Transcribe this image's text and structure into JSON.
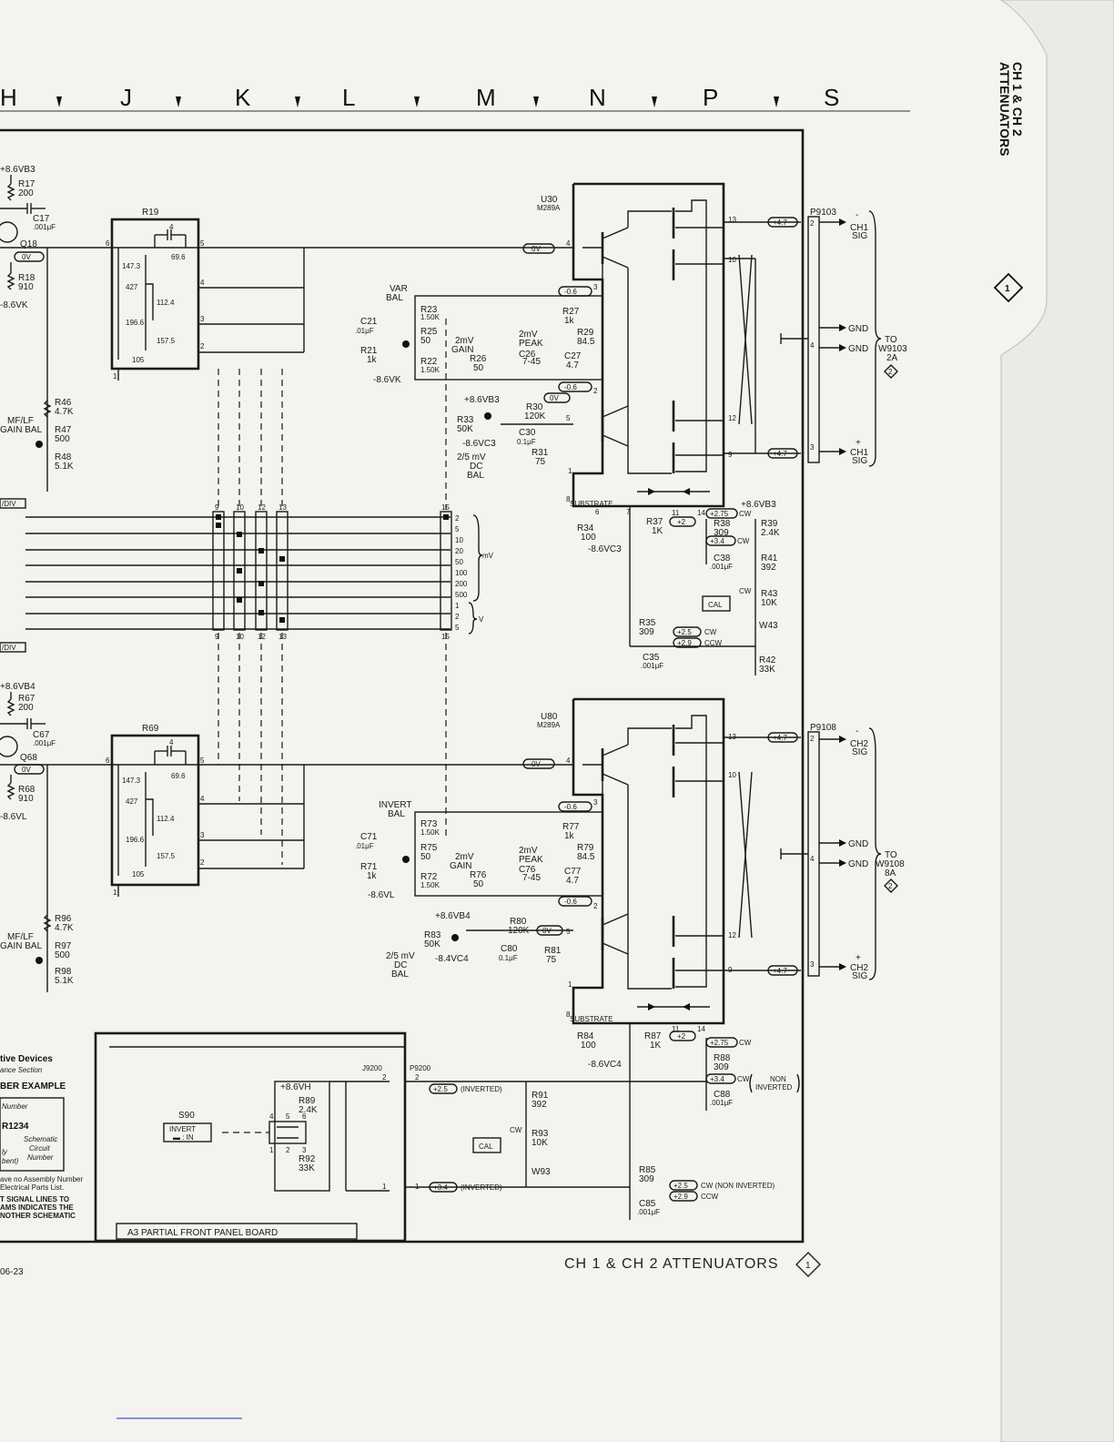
{
  "header": {
    "columns": [
      "H",
      "J",
      "K",
      "L",
      "M",
      "N",
      "P",
      "S"
    ],
    "tab_title_line1": "CH 1 & CH 2",
    "tab_title_line2": "ATTENUATORS",
    "tab_marker": "1"
  },
  "ch1": {
    "supply_top": "+8.6VB3",
    "r17": "R17",
    "r17v": "200",
    "c17": "C17",
    "c17v": ".001μF",
    "q18": "Q18",
    "r18": "R18",
    "r18v": "910",
    "supply_k": "-8.6VK",
    "ov": "0V",
    "r19": "R19",
    "att": [
      "4",
      "69.6",
      "147.3",
      "427",
      "112.4",
      "196.6",
      "157.5",
      "105"
    ],
    "atttaps": [
      "5",
      "4",
      "3",
      "2",
      "6",
      "1"
    ],
    "r46": "R46",
    "r46v": "4.7K",
    "mflf": "MF/LF",
    "gainbal": "GAIN BAL",
    "r47": "R47",
    "r47v": "500",
    "r48": "R48",
    "r48v": "5.1K",
    "varbal1": "VAR",
    "varbal2": "BAL",
    "c21": "C21",
    "c21v": ".01μF",
    "r21": "R21",
    "r21v": "1k",
    "supply_k2": "-8.6VK",
    "r23": "R23",
    "r23v": "1.50K",
    "r25": "R25",
    "r25v": "50",
    "r22": "R22",
    "r22v": "1.50K",
    "gain1": "2mV",
    "gain2": "GAIN",
    "r26": "R26",
    "r26v": "50",
    "peak1": "2mV",
    "peak2": "PEAK",
    "c26": "C26",
    "c26v": "7-45",
    "r27": "R27",
    "r27v": "1k",
    "r29": "R29",
    "r29v": "84.5",
    "c27": "C27",
    "c27v": "4.7",
    "v06a": "-0.6",
    "v06b": "-0.6",
    "supply_b3": "+8.6VB3",
    "r33": "R33",
    "r33v": "50K",
    "r30": "R30",
    "r30v": "120K",
    "supply_c3": "-8.6VC3",
    "c30": "C30",
    "c30v": "0.1μF",
    "r31": "R31",
    "r31v": "75",
    "dcbal1": "2/5 mV",
    "dcbal2": "DC",
    "dcbal3": "BAL",
    "u30": "U30",
    "u30p": "M289A",
    "substrate": "SUBSTRATE",
    "pins": [
      "4",
      "3",
      "2",
      "5",
      "13",
      "10",
      "12",
      "9",
      "1",
      "8",
      "6",
      "7",
      "11",
      "14"
    ],
    "sig_v": "+4.7",
    "p9103": "P9103",
    "ch1sig": "CH1",
    "sig": "SIG",
    "gnd": "GND",
    "neg": "-",
    "pos": "+",
    "to": "TO",
    "w9103": "W9103",
    "w9103b": "2A",
    "ref": "2",
    "r34": "R34",
    "r34v": "100",
    "supply_c3b": "-8.6VC3",
    "r37": "R37",
    "r37v": "1K",
    "v2": "+2",
    "r38": "R38",
    "r38v": "309",
    "v275": "+2.75",
    "cw": "CW",
    "v34": "+3.4",
    "supply_b3c": "+8.6VB3",
    "r39": "R39",
    "r39v": "2.4K",
    "c38": "C38",
    "c38v": ".001μF",
    "r41": "R41",
    "r41v": "392",
    "cal": "CAL",
    "r43": "R43",
    "r43v": "10K",
    "w43": "W43",
    "r35": "R35",
    "r35v": "309",
    "v25": "+2.5",
    "v29": "+2.9",
    "ccw": "CCW",
    "c35": "C35",
    "c35v": ".001μF",
    "r42": "R42",
    "r42v": "33K"
  },
  "switch": {
    "div_top": "/DIV",
    "div_bottom": "/DIV",
    "cols_top": [
      "9",
      "10",
      "12",
      "13"
    ],
    "col15": "15",
    "cols_bottom": [
      "9",
      "10",
      "12",
      "13"
    ],
    "ranges": [
      "2",
      "5",
      "10",
      "20",
      "50",
      "100",
      "200",
      "500",
      "1",
      "2",
      "5"
    ],
    "mv": "mV",
    "v": "V"
  },
  "ch2": {
    "supply_top": "+8.6VB4",
    "r67": "R67",
    "r67v": "200",
    "c67": "C67",
    "c67v": ".001μF",
    "q68": "Q68",
    "r68": "R68",
    "r68v": "910",
    "supply_l": "-8.6VL",
    "ov": "0V",
    "r69": "R69",
    "att": [
      "4",
      "69.6",
      "147.3",
      "427",
      "112.4",
      "196.6",
      "157.5",
      "105"
    ],
    "r96": "R96",
    "r96v": "4.7K",
    "mflf": "MF/LF",
    "gainbal": "GAIN BAL",
    "r97": "R97",
    "r97v": "500",
    "r98": "R98",
    "r98v": "5.1K",
    "invbal1": "INVERT",
    "invbal2": "BAL",
    "c71": "C71",
    "c71v": ".01μF",
    "r71": "R71",
    "r71v": "1k",
    "supply_l2": "-8.6VL",
    "r73": "R73",
    "r73v": "1.50K",
    "r75": "R75",
    "r75v": "50",
    "r72": "R72",
    "r72v": "1.50K",
    "gain1": "2mV",
    "gain2": "GAIN",
    "r76": "R76",
    "r76v": "50",
    "peak1": "2mV",
    "peak2": "PEAK",
    "c76": "C76",
    "c76v": "7-45",
    "r77": "R77",
    "r77v": "1k",
    "r79": "R79",
    "r79v": "84.5",
    "c77": "C77",
    "c77v": "4.7",
    "v06a": "-0.6",
    "v06b": "-0.6",
    "supply_b4": "+8.6VB4",
    "r83": "R83",
    "r83v": "50K",
    "r80": "R80",
    "r80v": "120K",
    "supply_c4": "-8.4VC4",
    "c80": "C80",
    "c80v": "0.1μF",
    "r81": "R81",
    "r81v": "75",
    "dcbal1": "2/5 mV",
    "dcbal2": "DC",
    "dcbal3": "BAL",
    "u80": "U80",
    "u80p": "M289A",
    "substrate": "SUBSTRATE",
    "sig_v": "+4.7",
    "p9108": "P9108",
    "ch2sig": "CH2",
    "sig": "SIG",
    "gnd": "GND",
    "to": "TO",
    "w9108": "W9108",
    "w9108b": "8A",
    "ref": "2",
    "r84": "R84",
    "r84v": "100",
    "supply_c4b": "-8.6VC4",
    "r87": "R87",
    "r87v": "1K",
    "v2": "+2",
    "v275": "+2.75",
    "cw": "CW",
    "r88": "R88",
    "r88v": "309",
    "v34": "+3.4",
    "noninv1": "NON",
    "noninv2": "INVERTED",
    "c88": "C88",
    "c88v": ".001μF",
    "r85": "R85",
    "r85v": "309",
    "v25": "+2.5",
    "v29": "+2.9",
    "cw_noninv": "CW (NON INVERTED)",
    "ccw": "CCW",
    "c85": "C85",
    "c85v": ".001μF"
  },
  "front_panel": {
    "title": "A3 PARTIAL FRONT PANEL BOARD",
    "s90": "S90",
    "invert": "INVERT",
    "in": "▬ : IN",
    "supply_h": "+8.6VH",
    "r89": "R89",
    "r89v": "2.4K",
    "r92": "R92",
    "r92v": "33K",
    "j9200": "J9200",
    "p9200": "P9200",
    "pin2": "2",
    "pin1": "1",
    "v25_inv": "+2.5",
    "inverted": "(INVERTED)",
    "v34_inv": "+3.4",
    "r91": "R91",
    "r91v": "392",
    "r93": "R93",
    "r93v": "10K",
    "w93": "W93",
    "cal": "CAL",
    "sw_pins": [
      "4",
      "5",
      "6",
      "1",
      "2",
      "3"
    ]
  },
  "legend": {
    "line1": "tive Devices",
    "line2": "ance Section",
    "line3": "BER EXAMPLE",
    "line4": "Number",
    "line5": "R1234",
    "line6": "Schematic",
    "line7": "Circuit",
    "line8": "Number",
    "line9": "ly",
    "line10": "bent)",
    "line11": "ave no Assembly Number",
    "line12": "Electrical Parts List.",
    "line13": "T SIGNAL LINES TO",
    "line14": "AMS INDICATES THE",
    "line15": "NOTHER SCHEMATIC"
  },
  "footer": {
    "title": "CH 1 & CH 2 ATTENUATORS",
    "marker": "1",
    "page": "06-23"
  }
}
